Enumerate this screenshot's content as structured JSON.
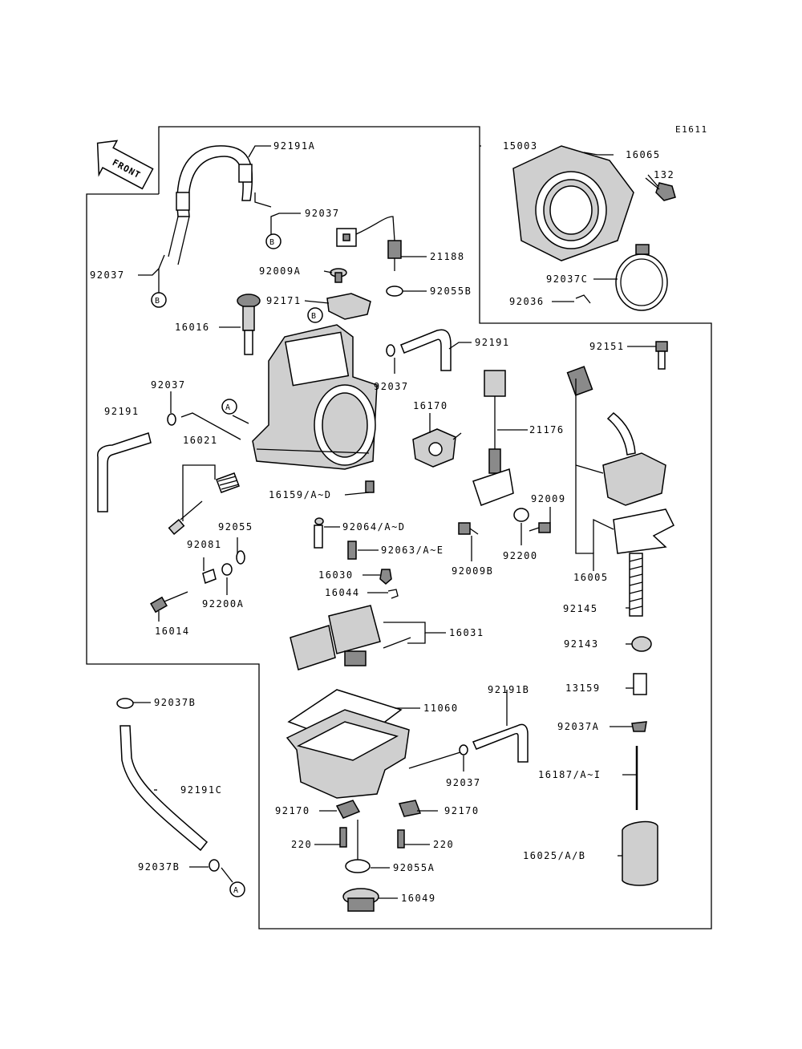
{
  "diagram_code": "E1611",
  "front_label": "FRONT",
  "circle_labels": {
    "a": "A",
    "b": "B"
  },
  "labels": {
    "p92191A": "92191A",
    "p15003": "15003",
    "p16065": "16065",
    "p132": "132",
    "p92037_top": "92037",
    "p21188": "21188",
    "p92037_left": "92037",
    "p92009A": "92009A",
    "p92055B": "92055B",
    "p92037C": "92037C",
    "p92036": "92036",
    "p92171": "92171",
    "p16016": "16016",
    "p92191_mid": "92191",
    "p92151": "92151",
    "p92037_center": "92037",
    "p92037_a": "92037",
    "p16170": "16170",
    "p92191_left": "92191",
    "p21176": "21176",
    "p16021": "16021",
    "p16159": "16159/A~D",
    "p92009": "92009",
    "p92064": "92064/A~D",
    "p92055": "92055",
    "p92200": "92200",
    "p92063": "92063/A~E",
    "p92081": "92081",
    "p92009B": "92009B",
    "p16005": "16005",
    "p16030": "16030",
    "p92200A": "92200A",
    "p16044": "16044",
    "p92145": "92145",
    "p16014": "16014",
    "p16031": "16031",
    "p92143": "92143",
    "p13159": "13159",
    "p92191B": "92191B",
    "p92037B_top": "92037B",
    "p11060": "11060",
    "p92037A": "92037A",
    "p92037_low": "92037",
    "p16187": "16187/A~I",
    "p92191C": "92191C",
    "p92170_left": "92170",
    "p92170_right": "92170",
    "p220_left": "220",
    "p220_right": "220",
    "p16025": "16025/A/B",
    "p92037B_bot": "92037B",
    "p92055A": "92055A",
    "p16049": "16049"
  }
}
